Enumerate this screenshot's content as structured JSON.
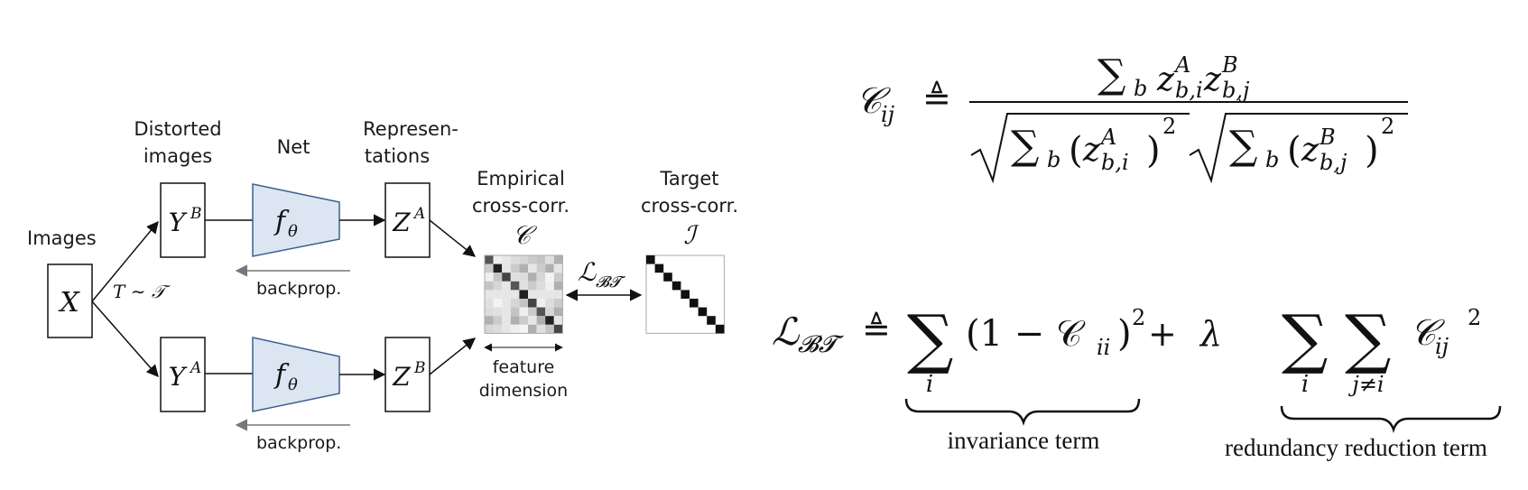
{
  "diagram": {
    "images_label": "Images",
    "distorted_label": [
      "Distorted",
      "images"
    ],
    "net_label": "Net",
    "repr_label": [
      "Represen-",
      "tations"
    ],
    "empirical_label": [
      "Empirical",
      "cross-corr."
    ],
    "target_label": [
      "Target",
      "cross-corr."
    ],
    "x_node": "X",
    "yb_base": "Y",
    "yb_sup": "B",
    "ya_base": "Y",
    "ya_sup": "A",
    "net_f": "f",
    "net_sub": "θ",
    "za_base": "Z",
    "za_sup": "A",
    "zb_base": "Z",
    "zb_sup": "B",
    "transform_label": "T ∼ 𝒯",
    "backprop_label": "backprop.",
    "c_symbol": "𝒞",
    "i_symbol": "ℐ",
    "loss_symbol": "ℒ",
    "loss_sub": "𝓑𝓣",
    "feature_label": [
      "feature",
      "dimension"
    ],
    "accent_fill": "#dce6f2",
    "accent_stroke": "#3f5f8f"
  },
  "equations": {
    "cij_lhs": "𝒞",
    "cij_lhs_sub": "ij",
    "defeq": "≜",
    "numerator": "∑",
    "sum_sub_b": "b",
    "z": "z",
    "sup_a": "A",
    "sup_b": "B",
    "sub_bi": "b,i",
    "sub_bj": "b,j",
    "loss_lhs": "ℒ",
    "loss_lhs_sub": "𝓑𝓣",
    "sum_big": "∑",
    "idx_i": "i",
    "idx_jneq": "j≠i",
    "inv_term": "(1 − 𝒞",
    "inv_sub": "ii",
    "inv_close": ")",
    "two": "2",
    "plus": "+",
    "lambda": "λ",
    "red_c": "𝒞",
    "red_sub": "ij",
    "invariance_caption": "invariance term",
    "redundancy_caption": "redundancy reduction term"
  }
}
